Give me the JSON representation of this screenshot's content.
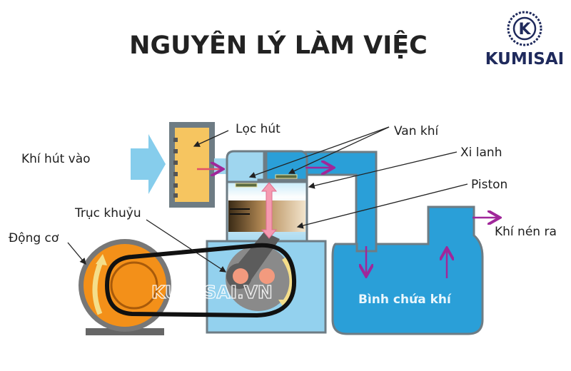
{
  "title": "NGUYÊN LÝ LÀM VIỆC",
  "logo": {
    "letter": "K",
    "brand": "KUMISAI",
    "color": "#1f2a5c"
  },
  "watermark": "KUMISAI.VN",
  "labels": {
    "intake": "Khí hút vào",
    "filter": "Lọc hút",
    "valve": "Van khí",
    "cylinder": "Xi lanh",
    "piston": "Piston",
    "crankshaft": "Trục khuỷu",
    "motor": "Động cơ",
    "outlet": "Khí nén ra",
    "tank": "Bình chứa khí"
  },
  "colors": {
    "light_blue": "#9fd6ef",
    "dark_blue": "#2a9fd8",
    "filter_yellow": "#f6c560",
    "motor_orange": "#f39019",
    "outline": "#6e7c84",
    "arrow_purple": "#a0279a",
    "arrow_pink": "#f59ab0"
  }
}
